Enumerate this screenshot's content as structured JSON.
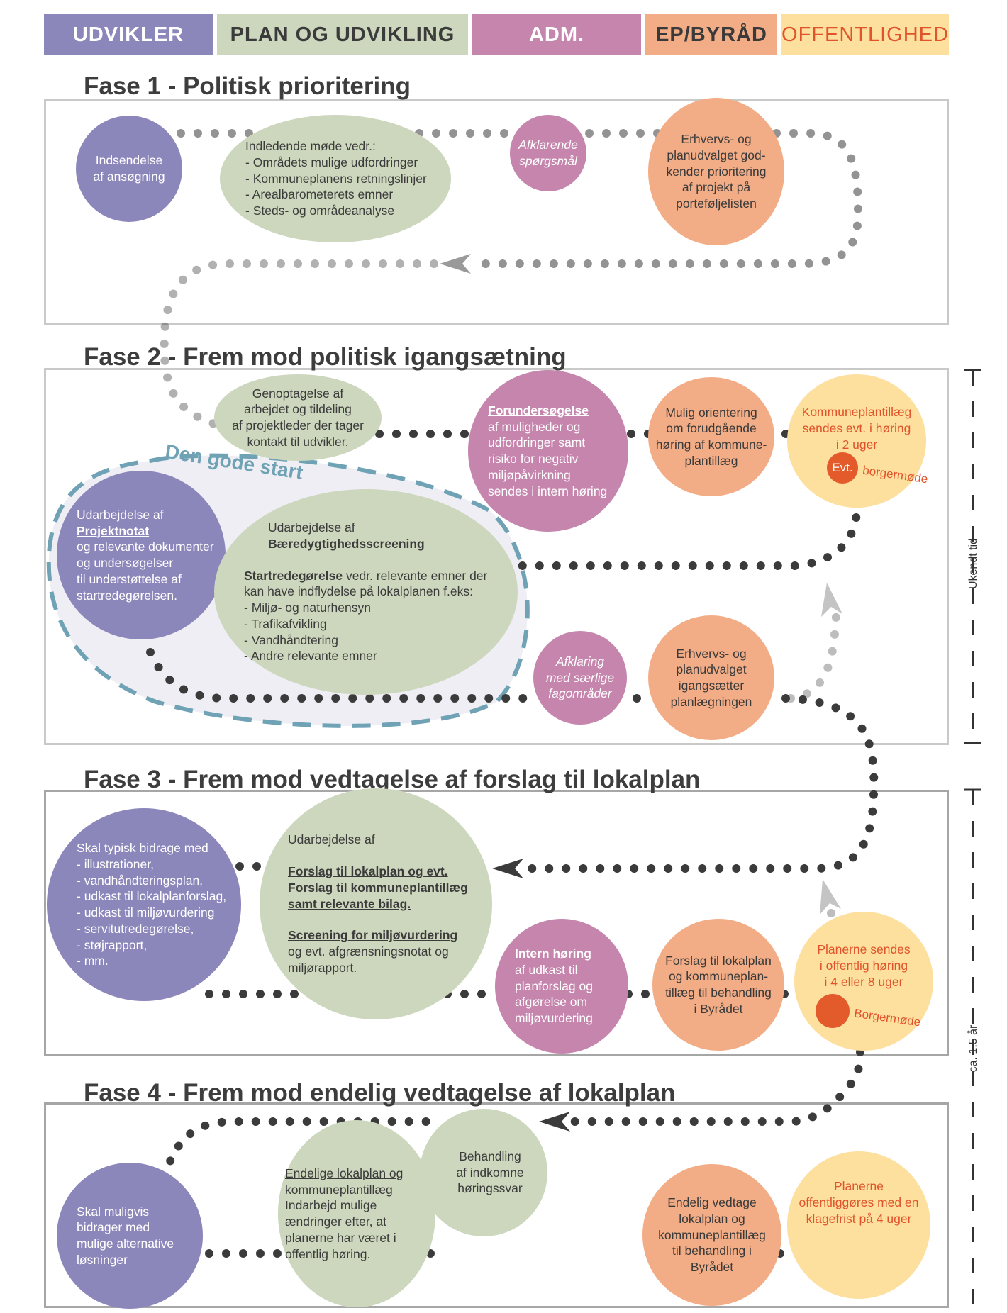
{
  "legend": [
    {
      "label": "UDVIKLER"
    },
    {
      "label": "PLAN OG UDVIKLING"
    },
    {
      "label": "ADM."
    },
    {
      "label": "EP/BYRÅD"
    },
    {
      "label": "OFFENTLIGHED"
    }
  ],
  "colors": {
    "udvikler": "#8c87bb",
    "plan": "#ccd7bd",
    "adm": "#c585ad",
    "ep": "#f3ad86",
    "offentlighed": "#fddf9e",
    "flow_dots": "#3b3b3b",
    "optional_dots": "#bdbdbd",
    "good_start_dash": "#6ea2b4",
    "highlight": "#e35a2b"
  },
  "phases": {
    "p1": {
      "title": "Fase 1 - Politisk prioritering"
    },
    "p2": {
      "title": "Fase 2 - Frem mod politisk igangsætning"
    },
    "p3": {
      "title": "Fase 3 - Frem mod vedtagelse af forslag til lokalplan"
    },
    "p4": {
      "title": "Fase 4 - Frem mod endelig vedtagelse af lokalplan"
    }
  },
  "good_start": {
    "label": "Den gode start"
  },
  "timeline": {
    "unknown": "Ukendt tid",
    "year": "ca. 1,5 år"
  },
  "f1": {
    "indsendelse": [
      "Indsendelse",
      "af ansøgning"
    ],
    "indledende": [
      "Indledende møde vedr.:",
      "- Områdets mulige udfordringer",
      "- Kommuneplanens retningslinjer",
      "- Arealbarometerets emner",
      "- Steds- og områdeanalyse"
    ],
    "afklarende": [
      "Afklarende",
      "spørgsmål"
    ],
    "erhverv": [
      "Erhvervs- og",
      "planudvalget god-",
      "kender prioritering",
      "af projekt på",
      "porteføljelisten"
    ]
  },
  "f2": {
    "genoptagelse": [
      "Genoptagelse af",
      "arbejdet og tildeling",
      "af projektleder der tager",
      "kontakt til udvikler."
    ],
    "forundersogelse": {
      "title": "Forundersøgelse",
      "lines": [
        "af muligheder og",
        "udfordringer samt",
        "risiko for negativ",
        "miljøpåvirkning",
        "sendes i intern høring"
      ]
    },
    "orientering": [
      "Mulig orientering",
      "om forudgående",
      "høring af kommune-",
      "plantillæg"
    ],
    "kommuneplantillaeg": [
      "Kommuneplantillæg",
      "sendes evt. i høring",
      "i 2 uger"
    ],
    "evt": "Evt.",
    "borgermode": "borgermøde",
    "projektnotat": {
      "pre": "Udarbejdelse af",
      "title": "Projektnotat",
      "lines": [
        "og relevante dokumenter",
        "og undersøgelser",
        "til understøttelse af",
        "startredegørelsen."
      ]
    },
    "baeredygtighed": {
      "pre": "Udarbejdelse af",
      "title": "Bæredygtighedsscreening",
      "start_title": "Startredegørelse",
      "start_rest": " vedr. relevante emner der",
      "lines": [
        "kan have indflydelse på lokalplanen f.eks:",
        "- Miljø- og naturhensyn",
        "- Trafikafvikling",
        "- Vandhåndtering",
        "- Andre relevante emner"
      ]
    },
    "afklaring": [
      "Afklaring",
      "med særlige",
      "fagområder"
    ],
    "igangsaetter": [
      "Erhvervs- og",
      "planudvalget",
      "igangsætter",
      "planlægningen"
    ]
  },
  "f3": {
    "bidrag": [
      "Skal typisk bidrage med",
      "- illustrationer,",
      "- vandhåndteringsplan,",
      "- udkast til lokalplanforslag,",
      "- udkast til miljøvurdering",
      "- servitutredegørelse,",
      "- støjrapport,",
      "- mm."
    ],
    "udarbejdelse": {
      "pre": "Udarbejdelse af",
      "titles": [
        "Forslag til lokalplan og evt.",
        "Forslag til kommuneplantillæg",
        "samt relevante bilag."
      ],
      "screening": "Screening for miljøvurdering",
      "lines": [
        "og evt. afgrænsningsnotat og",
        "miljørapport."
      ]
    },
    "intern": {
      "title": "Intern høring",
      "lines": [
        "af udkast til",
        "planforslag og",
        "afgørelse om",
        "miljøvurdering"
      ]
    },
    "byraadet": [
      "Forslag til lokalplan",
      "og kommuneplan-",
      "tillæg til behandling",
      "i Byrådet"
    ],
    "offentlig": [
      "Planerne sendes",
      "i offentlig høring",
      "i 4 eller 8 uger"
    ],
    "borgermode": "Borgermøde"
  },
  "f4": {
    "alternativ": [
      "Skal muligvis",
      "bidrager med",
      "mulige alternative",
      "løsninger"
    ],
    "endelige": {
      "titles": [
        "Endelige lokalplan og",
        "kommuneplantillæg"
      ],
      "lines": [
        "Indarbejd mulige",
        "ændringer efter, at",
        "planerne har været i",
        "offentlig høring."
      ]
    },
    "behandling": [
      "Behandling",
      "af indkomne",
      "høringssvar"
    ],
    "vedtage": [
      "Endelig vedtage",
      "lokalplan og",
      "kommuneplantillæg",
      "til behandling i",
      "Byrådet"
    ],
    "offentliggores": [
      "Planerne",
      "offentliggøres med en",
      "klagefrist på 4 uger"
    ]
  }
}
